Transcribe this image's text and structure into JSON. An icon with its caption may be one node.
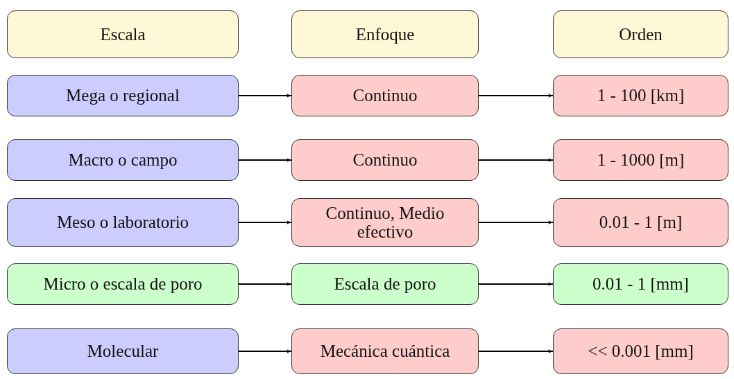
{
  "diagram": {
    "nodes": [
      {
        "text": [
          "Escala"
        ]
      },
      {
        "text": [
          "Enfoque"
        ]
      },
      {
        "text": [
          "Orden"
        ]
      },
      {
        "text": [
          "Mega o regional"
        ]
      },
      {
        "text": [
          "Continuo"
        ]
      },
      {
        "text": [
          "1 - 100 [km]"
        ]
      },
      {
        "text": [
          "Macro o campo"
        ]
      },
      {
        "text": [
          "Continuo"
        ]
      },
      {
        "text": [
          "1 - 1000 [m]"
        ]
      },
      {
        "text": [
          "Meso o laboratorio"
        ]
      },
      {
        "text": [
          "Continuo, Medio efectivo"
        ]
      },
      {
        "text": [
          "0.01 - 1 [m]"
        ]
      },
      {
        "text": [
          "Micro o escala de poro"
        ]
      },
      {
        "text": [
          "Escala de poro"
        ]
      },
      {
        "text": [
          "0.01 - 1 [mm]"
        ]
      },
      {
        "text": [
          "Molecular"
        ]
      },
      {
        "text": [
          "Mecánica cuántica"
        ]
      },
      {
        "text": [
          "<< 0.001 [mm]"
        ]
      }
    ],
    "edges": [
      {
        "from": 3,
        "to": 4,
        "arrow": "to"
      },
      {
        "from": 4,
        "to": 5,
        "arrow": "to"
      },
      {
        "from": 6,
        "to": 7,
        "arrow": "to"
      },
      {
        "from": 7,
        "to": 8,
        "arrow": "to"
      },
      {
        "from": 9,
        "to": 10,
        "arrow": "to"
      },
      {
        "from": 10,
        "to": 11,
        "arrow": "to"
      },
      {
        "from": 12,
        "to": 13,
        "arrow": "to"
      },
      {
        "from": 13,
        "to": 14,
        "arrow": "to"
      },
      {
        "from": 15,
        "to": 16,
        "arrow": "to"
      },
      {
        "from": 16,
        "to": 17,
        "arrow": "to"
      }
    ]
  }
}
